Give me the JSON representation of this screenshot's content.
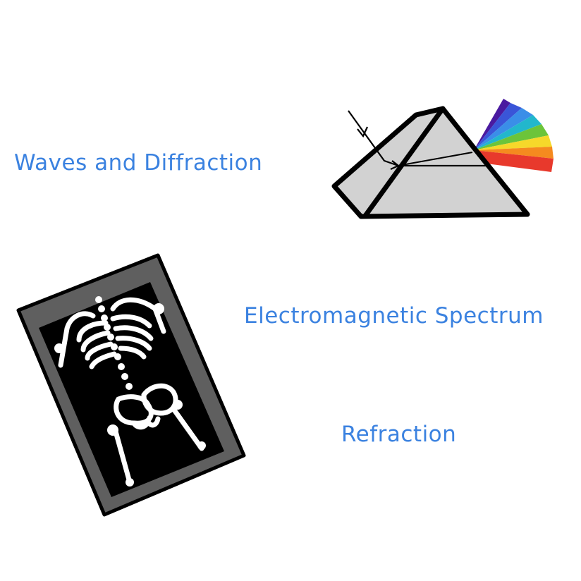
{
  "labels": {
    "waves": "Waves and Diffraction",
    "electromagnetic": "Electromagnetic Spectrum",
    "refraction": "Refraction"
  },
  "icons": {
    "prism": "prism-icon",
    "xray": "xray-film-icon"
  },
  "colors": {
    "label_text": "#3b82e0",
    "prism_fill": "#d2d2d2",
    "outline": "#000000",
    "film_frame": "#5f5f5f",
    "film_inner": "#000000",
    "bones": "#ffffff",
    "spectrum": [
      "#e8392c",
      "#f58a1f",
      "#f6d82a",
      "#6cc43a",
      "#22b7cc",
      "#3a8ee8",
      "#3a55d8",
      "#4a1aa0"
    ]
  }
}
